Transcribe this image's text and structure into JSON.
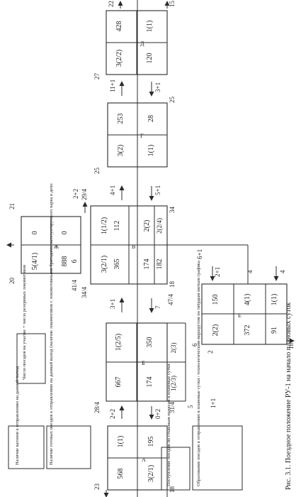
{
  "caption": "Рис. 3.1. Поездное положение РУ-1 на начало плановых суток",
  "stations": {
    "A": {
      "name": "А",
      "c1": "1(1)",
      "c2": "195",
      "c3": "568",
      "c4": "3(2/1)"
    },
    "B": {
      "name": "Б",
      "c1": "1(2/5)",
      "c2": "350",
      "c3": "667",
      "c4": "2(3)",
      "c5": "174",
      "c6": "1(2/3)"
    },
    "V": {
      "name": "В",
      "c1": "1(1/2)",
      "c2": "112",
      "c3": "365",
      "c4": "3(2/1)",
      "c5": "174",
      "c6": "2(2)",
      "c7": "182",
      "c8": "2(2/4)"
    },
    "G": {
      "name": "Г",
      "c1": "3(2)",
      "c2": "253",
      "c3": "28",
      "c4": "1(1)"
    },
    "D": {
      "name": "Д",
      "c1": "3(2/2)",
      "c2": "428",
      "c3": "120",
      "c4": "1(1)"
    },
    "E": {
      "name": "Е",
      "c1": "2(2)",
      "c2": "150",
      "c3": "372",
      "c4": "4(1)",
      "c5": "91",
      "c6": "1(1)"
    },
    "Zh": {
      "name": "Ж",
      "c1": "5(4/1)",
      "c2": "0",
      "c3": "0",
      "c4": "888",
      "c5": "6"
    }
  },
  "labels": {
    "l23": "23",
    "l18a": "18",
    "l31_4": "31/4",
    "l28_4": "28/4",
    "l2p2": "2+2",
    "l0p2": "0+2",
    "l5": "5",
    "l1p1": "1+1",
    "l3p1a": "3+1",
    "l7": "7",
    "l47_4": "47/4",
    "l34_4": "34/4",
    "l41_4": "41/4",
    "l20": "20",
    "l21": "21",
    "l2p2b": "2+2",
    "l29_4": "29/4",
    "l34": "34",
    "l18b": "18",
    "l4p1": "4+1",
    "l5p1": "5+1",
    "l25a": "25",
    "l27": "27",
    "l11p1": "11+1",
    "l3p1b": "3+1",
    "l25b": "25",
    "l22": "22",
    "l15": "15",
    "l6p1": "6+1",
    "l2p1": "2+1",
    "l4a": "4",
    "l4b": "4",
    "l6": "6",
    "l2": "2",
    "l18c": "18"
  },
  "notes": {
    "n1": "Наличие вагонов к отправлению на данный выход",
    "n2": "Наличие готовых поездов к отправлению на данный выход (наличие локомотивов с локомотивными бригадами эксплуатируемого парка в депо",
    "n3": "Число поездов на участке + число резервных локомотивов",
    "n4": "Поступление поездов по стыковым пунктам в плановые сутки",
    "n5": "Образование поездов к отправлению в плановые сутки / технологическим маршрутом по твёрдым ниткам графика"
  }
}
